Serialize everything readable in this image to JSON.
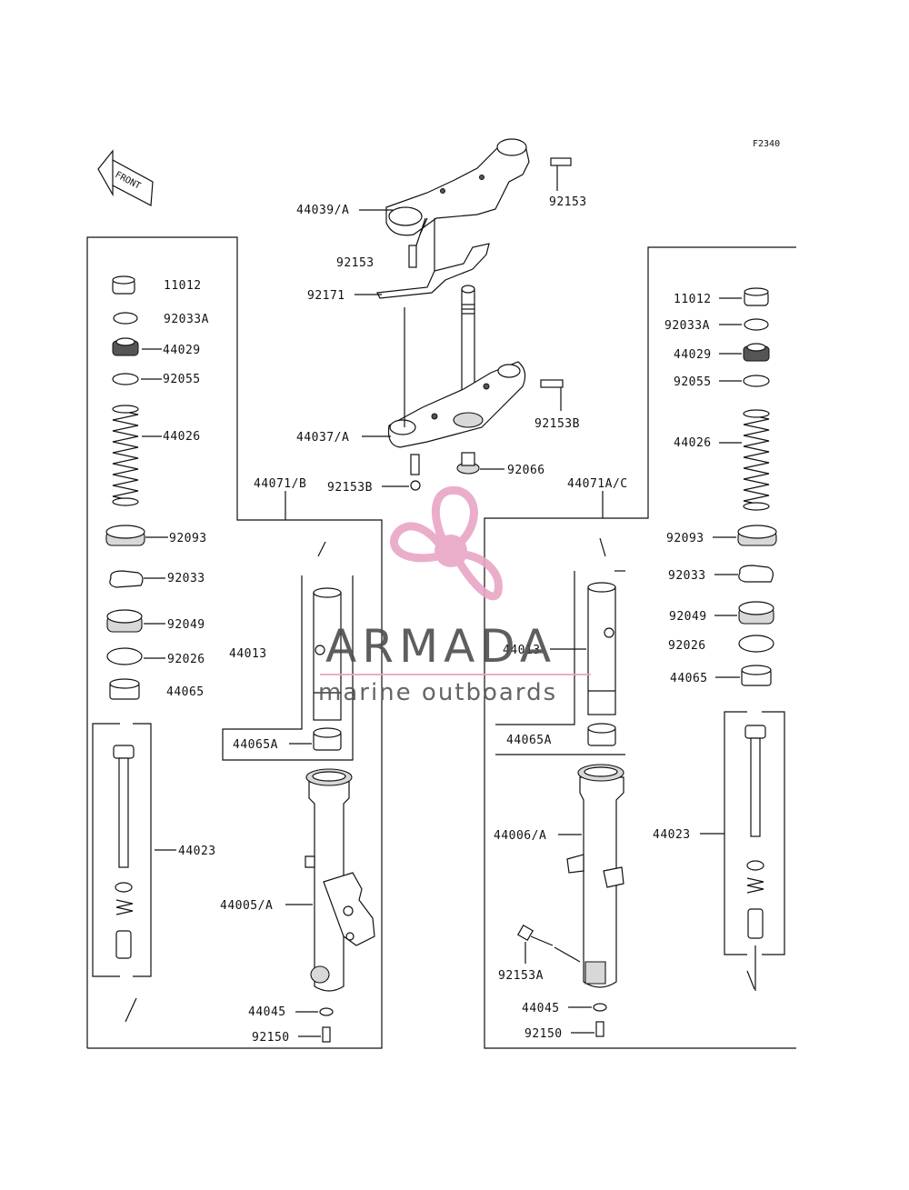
{
  "figure_code": "F2340",
  "front_label": "FRONT",
  "watermark": {
    "name": "ARMADA",
    "tagline": "marine outboards",
    "color": "#e8a6c6"
  },
  "labels": {
    "p44039A": "44039/A",
    "p92153_top_right": "92153",
    "p92153_top_left": "92153",
    "p92171": "92171",
    "p44037A": "44037/A",
    "p92153B_right": "92153B",
    "p92153B_left": "92153B",
    "p92066": "92066",
    "p44071B": "44071/B",
    "p44071AC": "44071A/C",
    "left": {
      "p11012": "11012",
      "p92033A": "92033A",
      "p44029": "44029",
      "p92055": "92055",
      "p44026": "44026",
      "p92093": "92093",
      "p92033": "92033",
      "p92049": "92049",
      "p92026": "92026",
      "p44065": "44065",
      "p44013": "44013",
      "p44065A": "44065A",
      "p44023": "44023",
      "p44005A": "44005/A",
      "p44045": "44045",
      "p92150": "92150"
    },
    "right": {
      "p11012": "11012",
      "p92033A": "92033A",
      "p44029": "44029",
      "p92055": "92055",
      "p44026": "44026",
      "p92093": "92093",
      "p92033": "92033",
      "p92049": "92049",
      "p92026": "92026",
      "p44065": "44065",
      "p44013": "44013",
      "p44065A": "44065A",
      "p44006A": "44006/A",
      "p44023": "44023",
      "p92153A": "92153A",
      "p44045": "44045",
      "p92150": "92150"
    }
  }
}
